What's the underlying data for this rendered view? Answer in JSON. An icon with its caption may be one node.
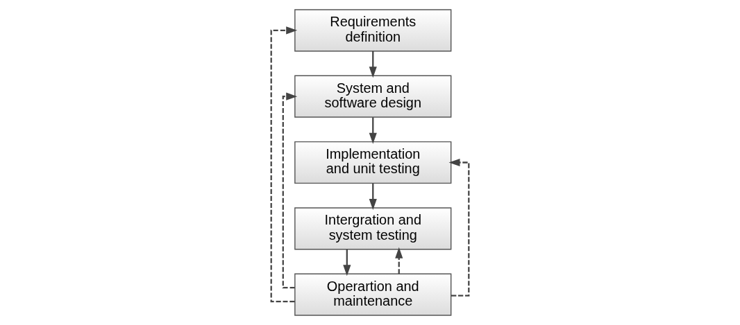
{
  "diagram": {
    "nodes": [
      {
        "text": [
          "Requirements definition"
        ]
      },
      {
        "text": [
          "System and software design"
        ]
      },
      {
        "text": [
          "Implementation and unit testing"
        ]
      },
      {
        "text": [
          "Intergration and system testing"
        ]
      },
      {
        "text": [
          "Operartion and maintenance"
        ]
      }
    ],
    "edges": [
      {
        "from": 0,
        "to": 1,
        "arrow": "to"
      },
      {
        "from": 1,
        "to": 2,
        "arrow": "to"
      },
      {
        "from": 2,
        "to": 3,
        "arrow": "to"
      },
      {
        "from": 3,
        "to": 4,
        "arrow": "to"
      },
      {
        "from": 4,
        "to": 0,
        "arrow": "to",
        "style": "dashed"
      },
      {
        "from": 4,
        "to": 1,
        "arrow": "to",
        "style": "dashed"
      },
      {
        "from": 4,
        "to": 2,
        "arrow": "to",
        "style": "dashed"
      },
      {
        "from": 4,
        "to": 3,
        "arrow": "to",
        "style": "dashed"
      }
    ]
  }
}
